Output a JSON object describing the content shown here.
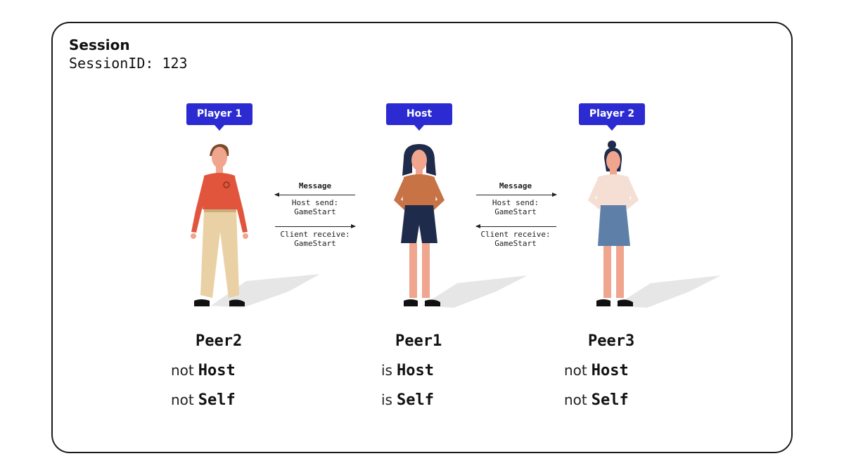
{
  "session": {
    "title": "Session",
    "id_line": "SessionID: 123"
  },
  "colors": {
    "badge": "#2b2bd1",
    "frame": "#1a1a1a"
  },
  "peers": [
    {
      "badge": "Player 1",
      "name": "Peer2",
      "host_prefix": "not",
      "host_word": "Host",
      "self_prefix": "not",
      "self_word": "Self"
    },
    {
      "badge": "Host",
      "name": "Peer1",
      "host_prefix": "is",
      "host_word": "Host",
      "self_prefix": "is",
      "self_word": "Self"
    },
    {
      "badge": "Player 2",
      "name": "Peer3",
      "host_prefix": "not",
      "host_word": "Host",
      "self_prefix": "not",
      "self_word": "Self"
    }
  ],
  "messages": [
    {
      "title": "Message",
      "line1": "Host send:",
      "line1b": "GameStart",
      "line2": "Client receive:",
      "line2b": "GameStart"
    },
    {
      "title": "Message",
      "line1": "Host send:",
      "line1b": "GameStart",
      "line2": "Client receive:",
      "line2b": "GameStart"
    }
  ]
}
